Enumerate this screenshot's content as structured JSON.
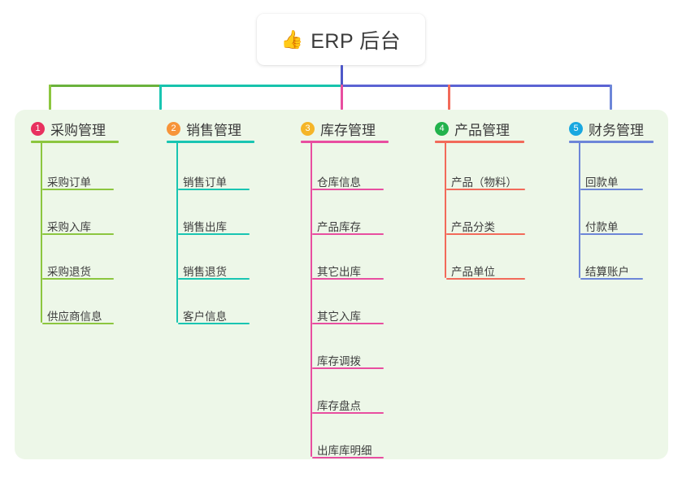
{
  "title": {
    "icon": "thumbs-up-icon",
    "icon_glyph": "👍",
    "text": "ERP 后台"
  },
  "colors": {
    "page_background": "#ffffff",
    "panel_background": "#edf7e8",
    "card_background": "#ffffff",
    "text": "#3d3d3d",
    "trunk": "#4e58c8",
    "connector_green": "#6ab23c",
    "connector_teal": "#17c3ac",
    "connector_indigo": "#5b63d3",
    "column1": "#8cc63f",
    "column2": "#19c5b2",
    "column3": "#e84ea0",
    "column4": "#f26a5a",
    "column5": "#6d86d8",
    "badge1": "#e8315f",
    "badge2": "#f79439",
    "badge3": "#f5b528",
    "badge4": "#22b24c",
    "badge5": "#19a8e0"
  },
  "columns": [
    {
      "index": "1",
      "badge_color": "#e8315f",
      "line_color": "#8cc63f",
      "title": "采购管理",
      "items": [
        "采购订单",
        "采购入库",
        "采购退货",
        "供应商信息"
      ]
    },
    {
      "index": "2",
      "badge_color": "#f79439",
      "line_color": "#19c5b2",
      "title": "销售管理",
      "items": [
        "销售订单",
        "销售出库",
        "销售退货",
        "客户信息"
      ]
    },
    {
      "index": "3",
      "badge_color": "#f5b528",
      "line_color": "#e84ea0",
      "title": "库存管理",
      "items": [
        "仓库信息",
        "产品库存",
        "其它出库",
        "其它入库",
        "库存调拨",
        "库存盘点",
        "出库库明细"
      ]
    },
    {
      "index": "4",
      "badge_color": "#22b24c",
      "line_color": "#f26a5a",
      "title": "产品管理",
      "items": [
        "产品（物料）",
        "产品分类",
        "产品单位"
      ]
    },
    {
      "index": "5",
      "badge_color": "#19a8e0",
      "line_color": "#6d86d8",
      "title": "财务管理",
      "items": [
        "回款单",
        "付款单",
        "结算账户"
      ]
    }
  ]
}
